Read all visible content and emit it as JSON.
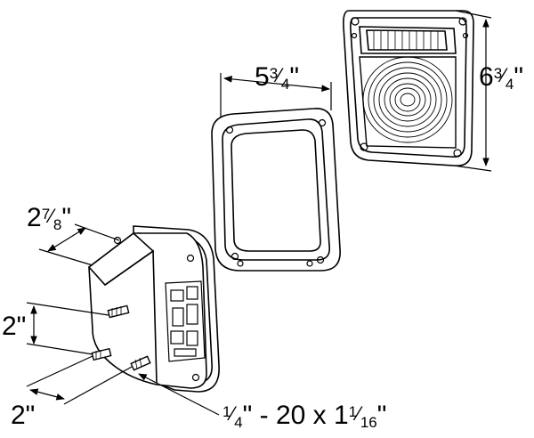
{
  "dimensions": {
    "lens_height": {
      "whole": "6",
      "num": "3",
      "den": "4",
      "unit": "\""
    },
    "gasket_width": {
      "whole": "5",
      "num": "3",
      "den": "4",
      "unit": "\""
    },
    "housing_depth": {
      "whole": "2",
      "num": "7",
      "den": "8",
      "unit": "\""
    },
    "stud_vertical_spacing": {
      "text": "2\""
    },
    "stud_horizontal_spacing": {
      "text": "2\""
    },
    "stud_size": {
      "a_num": "1",
      "a_den": "4",
      "a_unit": "\"",
      "middle": " - 20 x 1",
      "b_num": "1",
      "b_den": "16",
      "b_unit": "\""
    }
  },
  "components": {
    "lens": "lens-assembly",
    "gasket": "mounting-gasket",
    "housing": "lamp-housing-with-studs"
  }
}
